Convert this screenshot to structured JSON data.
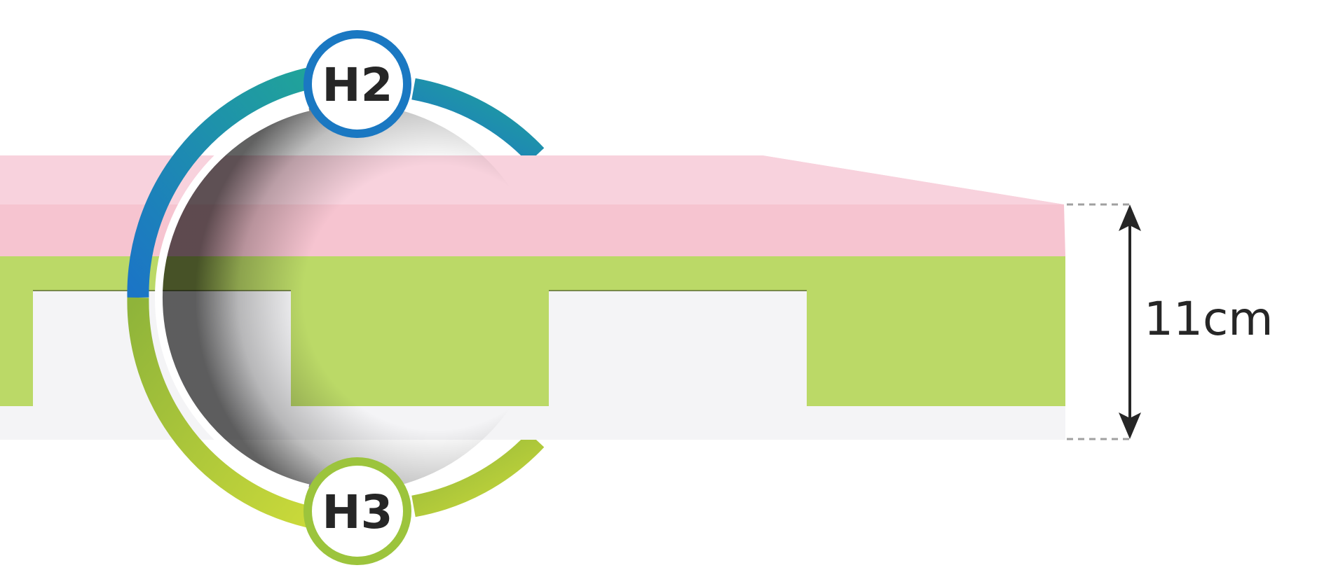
{
  "badges": {
    "top": {
      "label": "H2",
      "color": "#1a78c2"
    },
    "bottom": {
      "label": "H3",
      "color": "#9cc43c"
    }
  },
  "dimension": {
    "label": "11cm"
  },
  "layers": {
    "top_foam_color": "#f7d3de",
    "top_foam_shade_color": "#f6c4d0",
    "core_color": "#bbd967",
    "base_color": "#f4f4f6"
  },
  "ring": {
    "upper_gradient": [
      "#1b75c6",
      "#20a39a"
    ],
    "lower_gradient": [
      "#8fb43a",
      "#c9d93a"
    ]
  }
}
